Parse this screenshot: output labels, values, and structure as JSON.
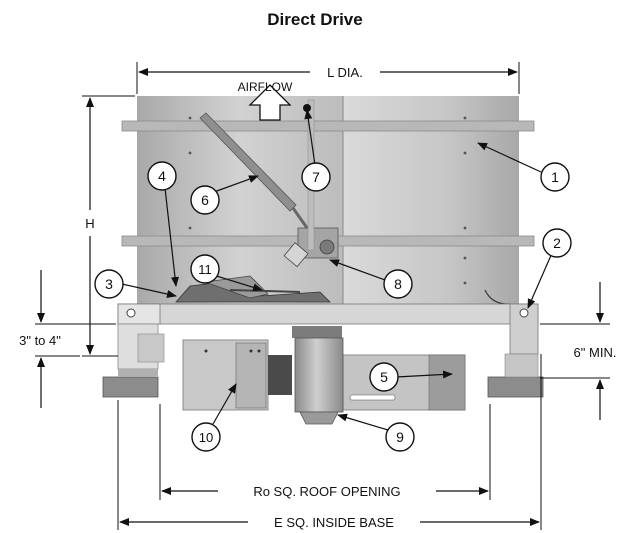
{
  "title": "Direct Drive",
  "labels": {
    "airflow": "AIRFLOW",
    "l_dia": "L DIA.",
    "h": "H",
    "curb_gap": "3\" to 4\"",
    "min_clearance": "6\" MIN.",
    "roof_opening": "Ro SQ. ROOF OPENING",
    "inside_base": "E SQ. INSIDE BASE"
  },
  "callouts": [
    {
      "id": "1",
      "text": "1"
    },
    {
      "id": "2",
      "text": "2"
    },
    {
      "id": "3",
      "text": "3"
    },
    {
      "id": "4",
      "text": "4"
    },
    {
      "id": "5",
      "text": "5"
    },
    {
      "id": "6",
      "text": "6"
    },
    {
      "id": "7",
      "text": "7"
    },
    {
      "id": "8",
      "text": "8"
    },
    {
      "id": "9",
      "text": "9"
    },
    {
      "id": "10",
      "text": "10"
    },
    {
      "id": "11",
      "text": "11"
    }
  ],
  "colors": {
    "housing": "#c4c4c4",
    "housing_dark": "#9a9a9a",
    "base": "#8c8c8c",
    "line": "#111111"
  }
}
